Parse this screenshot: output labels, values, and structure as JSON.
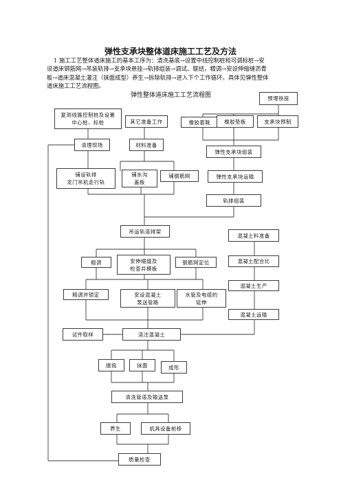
{
  "document": {
    "title": "弹性支承块整体道床施工工艺及方法",
    "intro_lines": [
      "1 施工工艺整体道床施工的基本工序为：清洗基底→设置中线控制桩和可调标桩→安",
      "设道床钢筋网→吊装轨排→支承块悬挂→轨排组装→调试、联结，精调→安设伸缩缝沥青",
      "板→道床混凝土灌注（抹面成型）养生→拆除轨排→进入下个工作循环。具体见弹性整体",
      "道床施工工艺流程图。"
    ]
  },
  "flowchart": {
    "title": "弹性整体道床施工工艺流程图",
    "boxes": {
      "yuzhi_tiezuo": "预埋铁座",
      "fuce": "复测线路控制桩及设置\n中心桩、标桩",
      "qita": "其它准备工作",
      "xiangjiao_taoxue": "橡胶套靴",
      "xiangjiao_dianban": "橡胶垫板",
      "zhichengkuai_yuzhi": "支承块预制",
      "qingli": "清理现场",
      "cailiao": "材料准备",
      "zuzhuang": "弹性支承块组装",
      "pushe": "铺设轨排\n龙门吊机走行轨",
      "pushui": "铺水沟\n盖板",
      "pugangjin": "铺钢筋网",
      "yunshu": "弹性支承块运输",
      "guipai_zuzhuang": "轨排组装",
      "diaoyun": "吊运轨道排架",
      "hunningtu_zhunbei": "混凝土料准备",
      "cutiao": "粗调",
      "anshen": "安伸缩缝及\n检查井模板",
      "gangjin_dingwei": "钢筋网定位",
      "peihebi": "混凝土配合比",
      "shengchan": "混凝土生产",
      "jingtiao": "精调并锁定",
      "anshe_beng": "安设混凝土\n泵送管路",
      "shuiguan": "水管及电缆的\n延伸",
      "yunshu_hnt": "混凝土运输",
      "shijian": "试件取样",
      "jiaozhu": "浇注混凝土",
      "zhendao": "振捣",
      "momian": "抹面",
      "chengxing": "成形",
      "qingxi": "清洗管道及输送泵",
      "yangsheng": "养生",
      "jiju": "机具设备前移",
      "zhiliang": "质量检查"
    }
  }
}
